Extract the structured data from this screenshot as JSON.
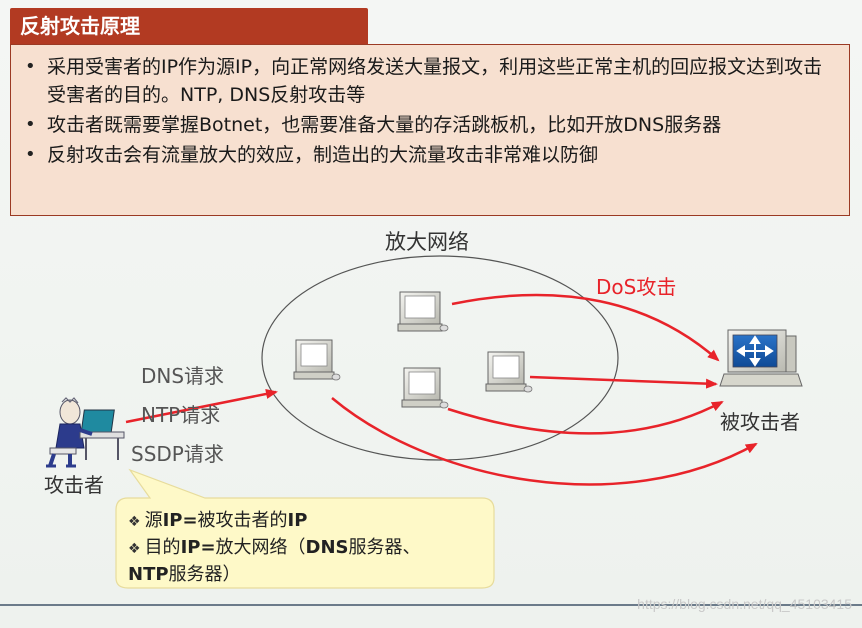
{
  "title": "反射攻击原理",
  "bullets": [
    "采用受害者的IP作为源IP，向正常网络发送大量报文，利用这些正常主机的回应报文达到攻击受害者的目的。NTP, DNS反射攻击等",
    "攻击者既需要掌握Botnet，也需要准备大量的存活跳板机，比如开放DNS服务器",
    "反射攻击会有流量放大的效应，制造出的大流量攻击非常难以防御"
  ],
  "bullet_symbol": "•",
  "diagram": {
    "network_label": "放大网络",
    "dos_label": "DoS攻击",
    "victim_label": "被攻击者",
    "attacker_label": "攻击者",
    "requests": [
      "DNS请求",
      "NTP请求",
      "SSDP请求"
    ]
  },
  "callout": {
    "diamond": "❖",
    "line1_prefix": "源",
    "line1_bold": "IP=",
    "line1_mid": "被攻击者的",
    "line1_bold2": "IP",
    "line2_prefix": "目的",
    "line2_bold": "IP=",
    "line2_mid": "放大网络（",
    "line2_bold2": "DNS",
    "line2_tail": "服务器、",
    "line3_bold": "NTP",
    "line3_tail": "服务器）"
  },
  "watermark": "https://blog.csdn.net/qq_45103415",
  "colors": {
    "title_bg": "#b23a22",
    "bullet_box_bg": "#f7e0d0",
    "arrow_red": "#e8232a",
    "callout_bg": "#fef9c8"
  }
}
